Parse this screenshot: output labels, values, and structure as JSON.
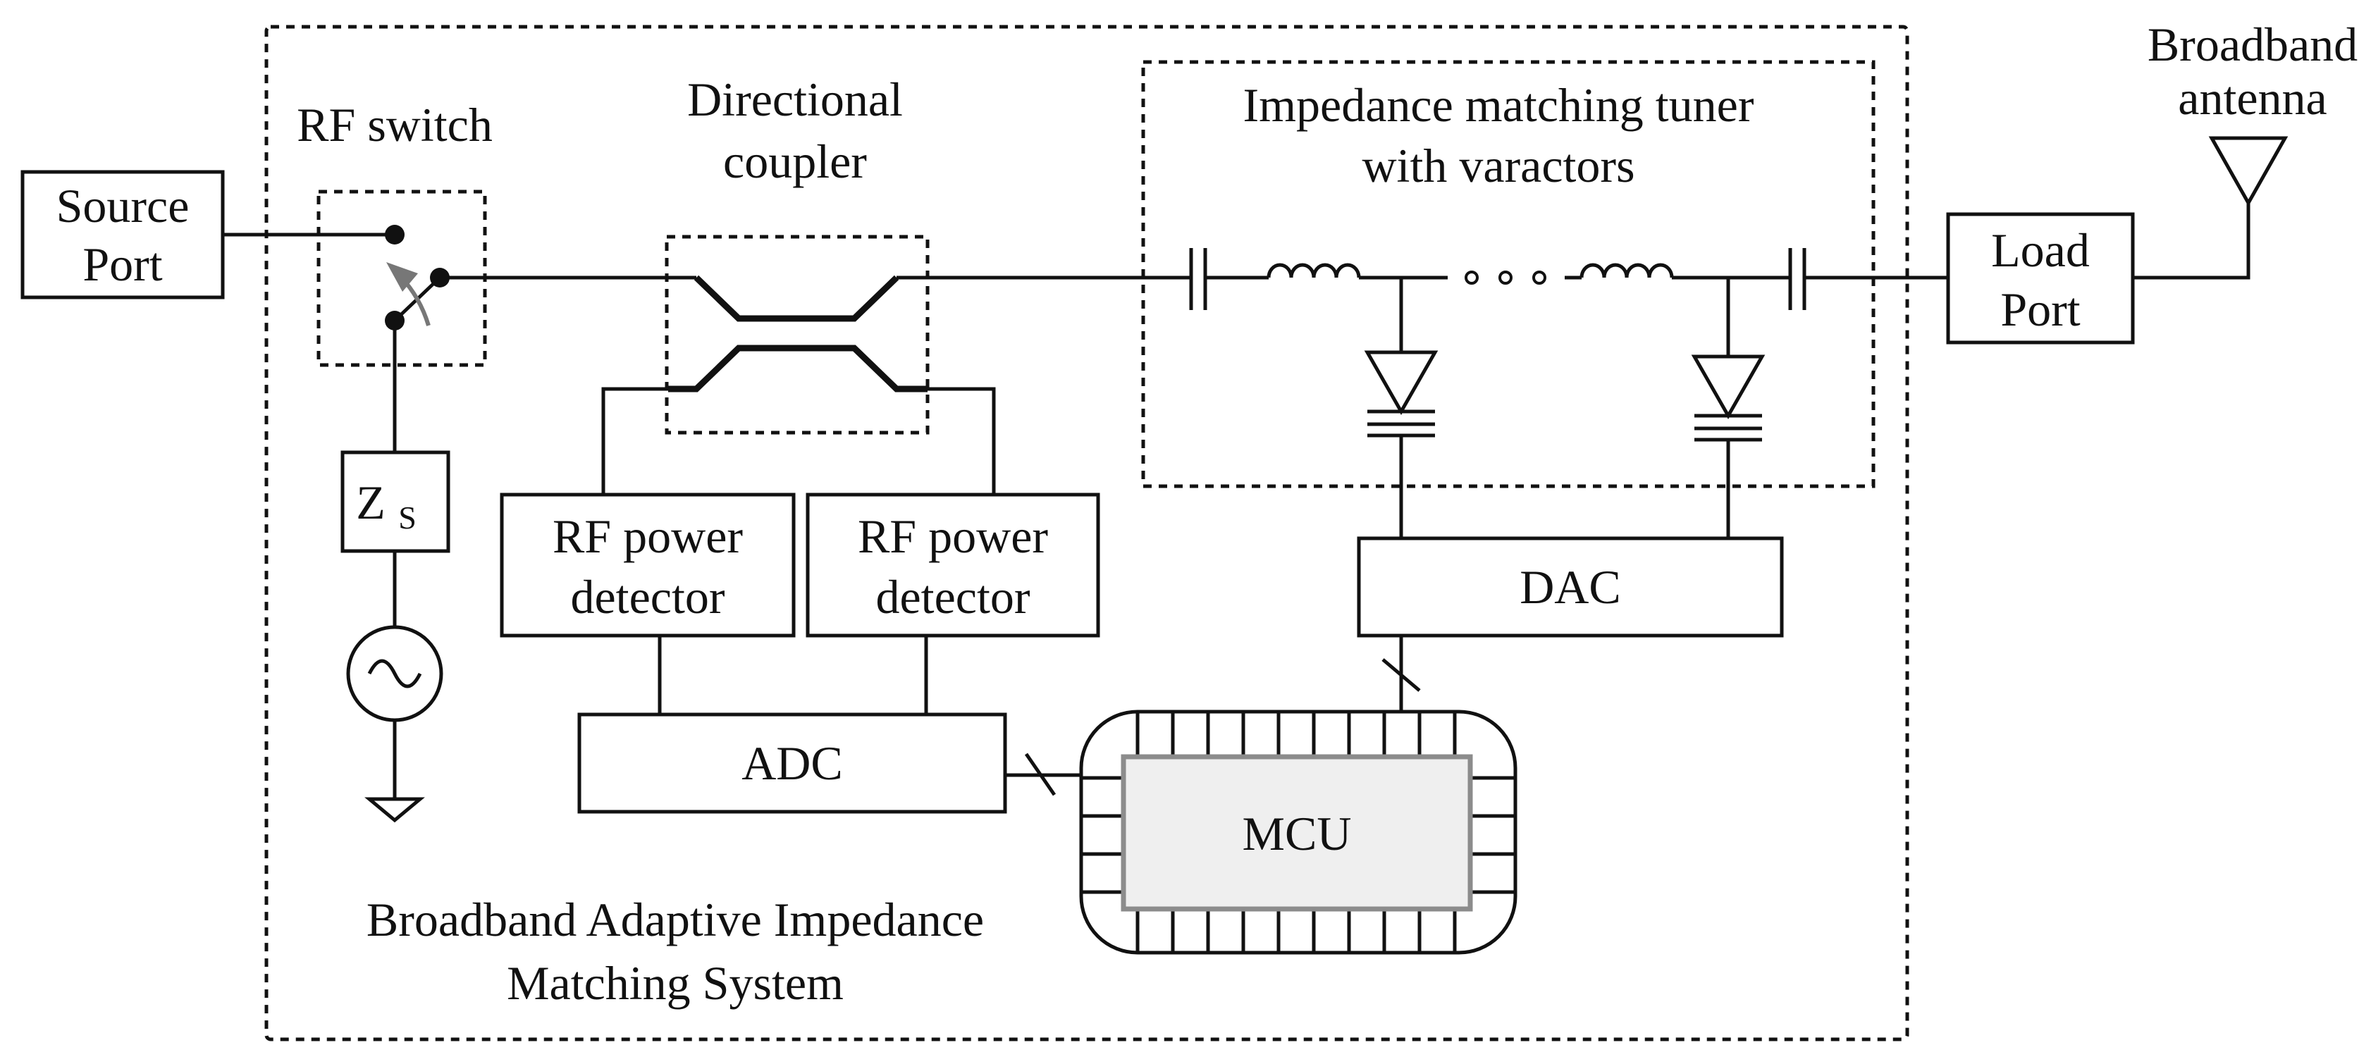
{
  "diagram": {
    "labels": {
      "source_port_line1": "Source",
      "source_port_line2": "Port",
      "rf_switch": "RF switch",
      "directional_coupler_line1": "Directional",
      "directional_coupler_line2": "coupler",
      "tuner_line1": "Impedance matching tuner",
      "tuner_line2": "with varactors",
      "antenna_line1": "Broadband",
      "antenna_line2": "antenna",
      "load_port_line1": "Load",
      "load_port_line2": "Port",
      "zs_main": "Z",
      "zs_sub": "S",
      "power_detector_1_line1": "RF power",
      "power_detector_1_line2": "detector",
      "power_detector_2_line1": "RF power",
      "power_detector_2_line2": "detector",
      "dac": "DAC",
      "adc": "ADC",
      "mcu": "MCU",
      "system_line1": "Broadband Adaptive Impedance",
      "system_line2": "Matching System",
      "ellipsis": "∘∘∘"
    },
    "colors": {
      "line": "#111111",
      "mcu_fill": "#efefef",
      "mcu_border": "#8c8c8c",
      "switch_arrow": "#777777"
    }
  }
}
